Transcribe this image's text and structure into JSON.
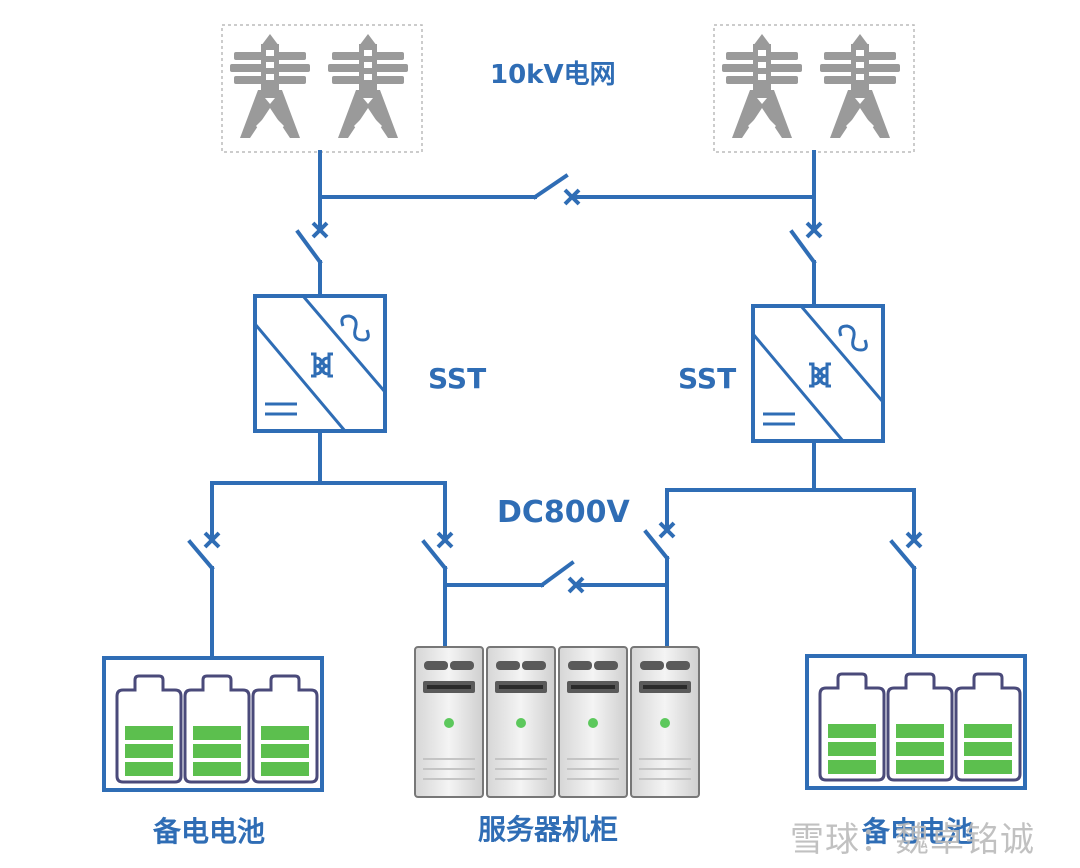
{
  "colors": {
    "wire": "#2f6db5",
    "tower": "#9a9a9a",
    "battery_fill": "#5cbf4e",
    "battery_outline": "#4a4a7a",
    "server_led": "#5cc85c"
  },
  "labels": {
    "grid": "10kV电网",
    "sst_left": "SST",
    "sst_right": "SST",
    "dc_bus": "DC800V",
    "battery_left": "备电电池",
    "servers": "服务器机柜",
    "battery_right": "备电电池"
  },
  "components": {
    "grid_sources": [
      {
        "name": "grid-source-left",
        "icon": "transmission-tower-icon",
        "tower_count": 2
      },
      {
        "name": "grid-source-right",
        "icon": "transmission-tower-icon",
        "tower_count": 2
      }
    ],
    "sst_units": [
      {
        "name": "sst-left",
        "symbols": [
          "ac-symbol",
          "transformer-symbol",
          "dc-symbol"
        ]
      },
      {
        "name": "sst-right",
        "symbols": [
          "ac-symbol",
          "transformer-symbol",
          "dc-symbol"
        ]
      }
    ],
    "battery_banks": [
      {
        "name": "battery-bank-left",
        "battery_count": 3,
        "charge_bars": 3
      },
      {
        "name": "battery-bank-right",
        "battery_count": 3,
        "charge_bars": 3
      }
    ],
    "server_cabinets": {
      "count": 4
    }
  },
  "watermark": "雪球：魏卓铭诚"
}
